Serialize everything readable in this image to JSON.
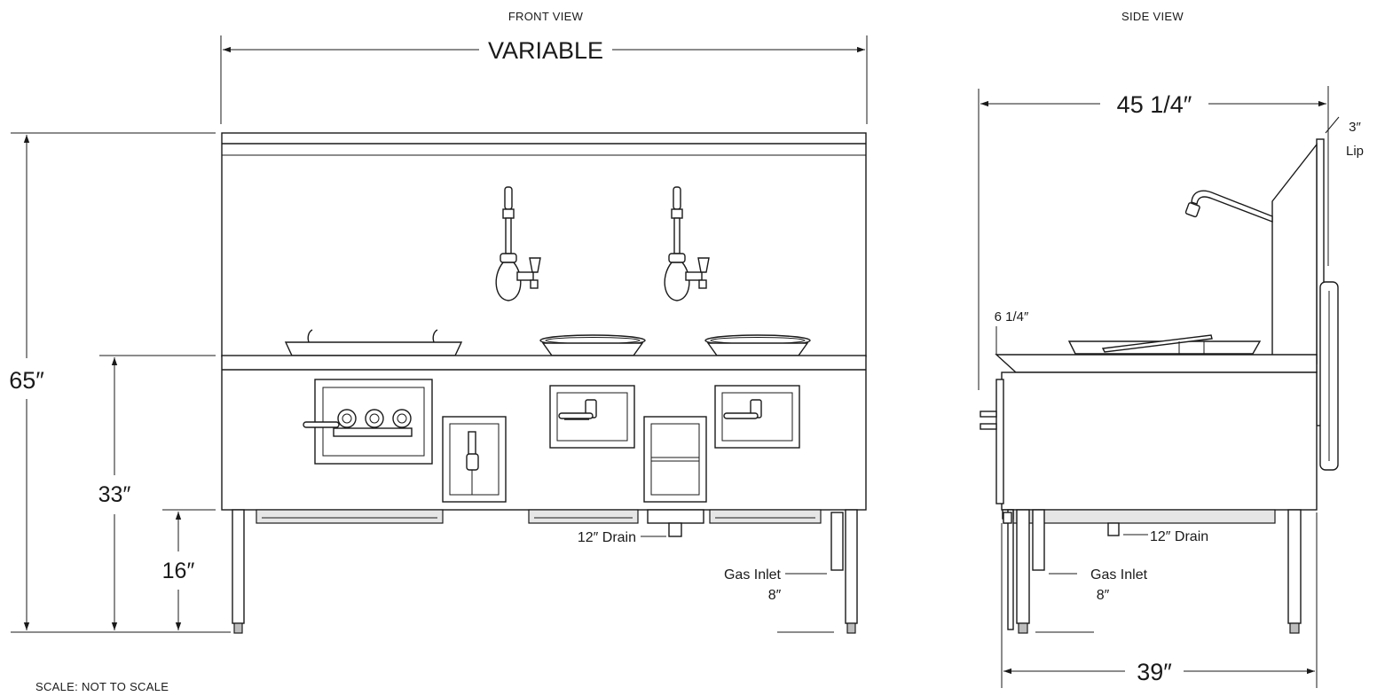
{
  "front_view": {
    "title": "FRONT VIEW",
    "width_label": "VARIABLE",
    "height_total": "65″",
    "height_counter": "33″",
    "height_shelf": "16″",
    "drain_label": "12″ Drain",
    "gas_inlet_label": "Gas Inlet",
    "gas_inlet_height": "8″"
  },
  "side_view": {
    "title": "SIDE  VIEW",
    "depth_total": "45 1/4″",
    "lip_size": "3″",
    "lip_label": "Lip",
    "counter_rise": "6 1/4″",
    "drain_label": "12″ Drain",
    "gas_inlet_label": "Gas Inlet",
    "gas_inlet_height": "8″",
    "base_depth": "39″"
  },
  "footer": {
    "scale_note": "SCALE: NOT TO SCALE"
  }
}
